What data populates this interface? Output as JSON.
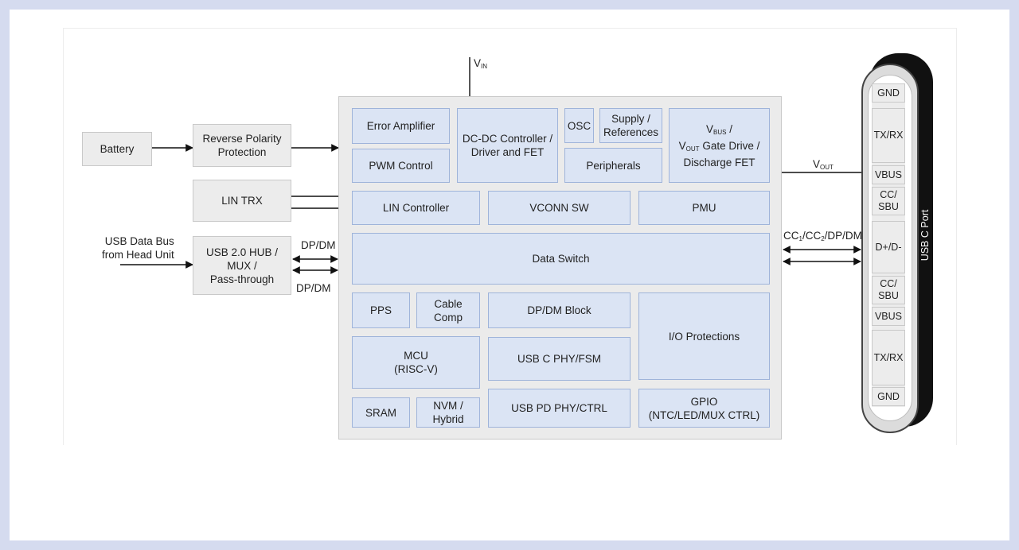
{
  "diagram": {
    "vin": {
      "main": "V",
      "sub": "IN"
    },
    "vout": {
      "main": "V",
      "sub": "OUT"
    },
    "battery": "Battery",
    "reverse_polarity": [
      "Reverse Polarity",
      "Protection"
    ],
    "lin_trx": "LIN TRX",
    "usb_data_bus": [
      "USB Data Bus",
      "from Head Unit"
    ],
    "usb_hub": [
      "USB 2.0 HUB /",
      "MUX /",
      "Pass-through"
    ],
    "dpdm_top": "DP/DM",
    "dpdm_bottom": "DP/DM",
    "cc_label": {
      "a": "CC",
      "a_sub": "1",
      "b": "/CC",
      "b_sub": "2",
      "c": "/DP/DM"
    },
    "blocks": {
      "error_amplifier": "Error Amplifier",
      "pwm_control": "PWM Control",
      "dcdc": [
        "DC-DC Controller /",
        "Driver and FET"
      ],
      "osc": "OSC",
      "supply_refs": [
        "Supply /",
        "References"
      ],
      "peripherals": "Peripherals",
      "vbus_gate": {
        "l1_main": "V",
        "l1_sub": "BUS",
        "l1_tail": " /",
        "l2_main": "V",
        "l2_sub": "OUT",
        "l2_tail": " Gate Drive /",
        "l3": "Discharge FET"
      },
      "lin_controller": "LIN Controller",
      "vconn_sw": "VCONN SW",
      "pmu": "PMU",
      "data_switch": "Data Switch",
      "pps": "PPS",
      "cable_comp": [
        "Cable",
        "Comp"
      ],
      "dpdm_block": "DP/DM Block",
      "io_protections": "I/O Protections",
      "mcu": [
        "MCU",
        "(RISC-V)"
      ],
      "usb_c_phy": "USB C PHY/FSM",
      "sram": "SRAM",
      "nvm": [
        "NVM /",
        "Hybrid"
      ],
      "usb_pd_phy": "USB PD PHY/CTRL",
      "gpio": [
        "GPIO",
        "(NTC/LED/MUX CTRL)"
      ]
    },
    "port": {
      "title": "USB C Port",
      "pins": [
        [
          "GND"
        ],
        [
          "TX/RX"
        ],
        [
          "VBUS"
        ],
        [
          "CC/",
          "SBU"
        ],
        [
          "D+/D-"
        ],
        [
          "CC/",
          "SBU"
        ],
        [
          "VBUS"
        ],
        [
          "TX/RX"
        ],
        [
          "GND"
        ]
      ]
    }
  }
}
